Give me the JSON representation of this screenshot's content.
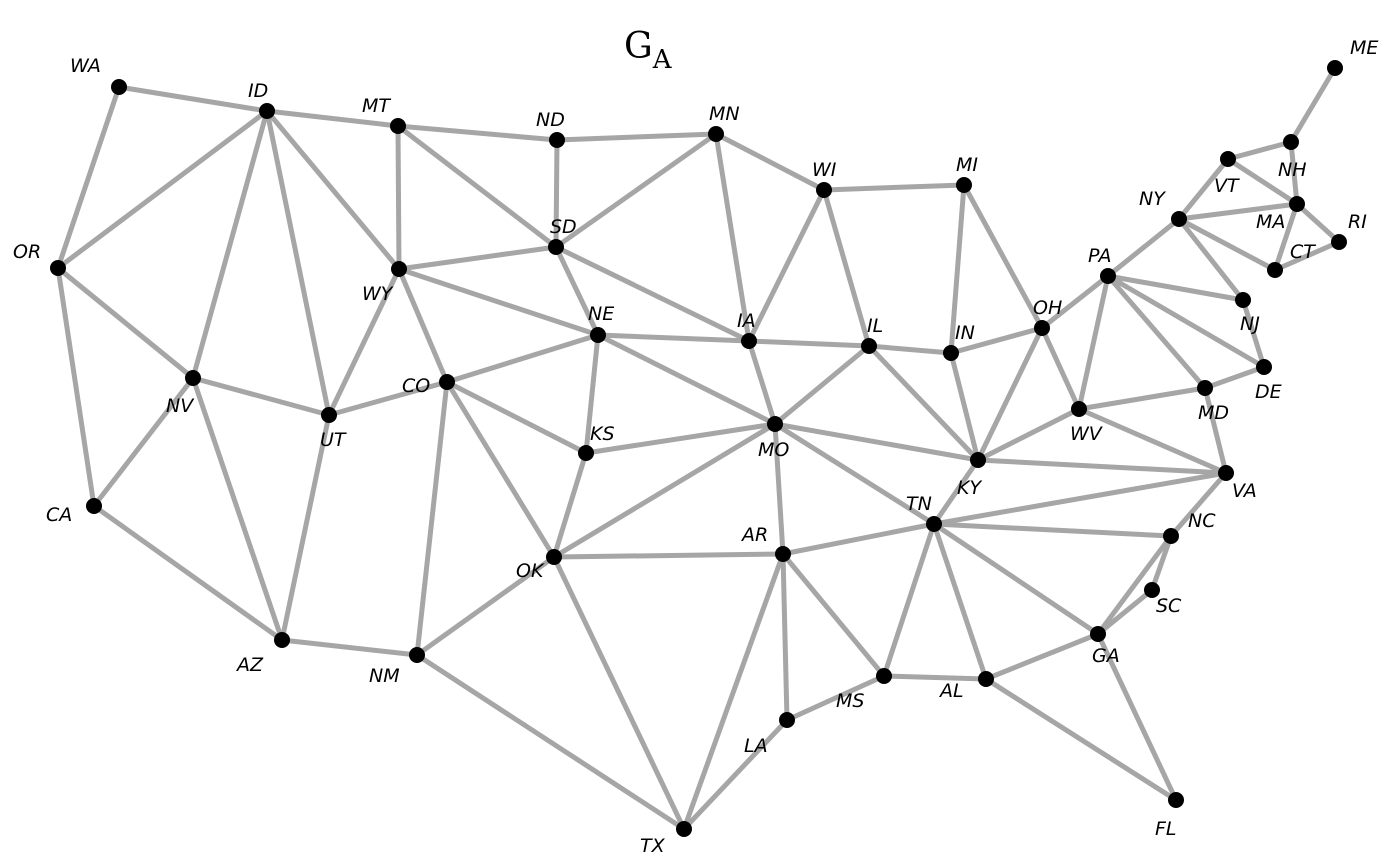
{
  "title": {
    "main": "G",
    "subscript": "A"
  },
  "colors": {
    "edge": "#a6a6a6",
    "node": "#000000",
    "label": "#000000"
  },
  "nodes": [
    {
      "id": "WA",
      "label": "WA"
    },
    {
      "id": "ID",
      "label": "ID"
    },
    {
      "id": "MT",
      "label": "MT"
    },
    {
      "id": "ND",
      "label": "ND"
    },
    {
      "id": "MN",
      "label": "MN"
    },
    {
      "id": "WI",
      "label": "WI"
    },
    {
      "id": "MI",
      "label": "MI"
    },
    {
      "id": "ME",
      "label": "ME"
    },
    {
      "id": "NH",
      "label": "NH"
    },
    {
      "id": "VT",
      "label": "VT"
    },
    {
      "id": "NY",
      "label": "NY"
    },
    {
      "id": "MA",
      "label": "MA"
    },
    {
      "id": "RI",
      "label": "RI"
    },
    {
      "id": "CT",
      "label": "CT"
    },
    {
      "id": "OR",
      "label": "OR"
    },
    {
      "id": "WY",
      "label": "WY"
    },
    {
      "id": "SD",
      "label": "SD"
    },
    {
      "id": "PA",
      "label": "PA"
    },
    {
      "id": "NJ",
      "label": "NJ"
    },
    {
      "id": "OH",
      "label": "OH"
    },
    {
      "id": "NE",
      "label": "NE"
    },
    {
      "id": "IA",
      "label": "IA"
    },
    {
      "id": "IL",
      "label": "IL"
    },
    {
      "id": "IN",
      "label": "IN"
    },
    {
      "id": "NV",
      "label": "NV"
    },
    {
      "id": "CO",
      "label": "CO"
    },
    {
      "id": "UT",
      "label": "UT"
    },
    {
      "id": "DE",
      "label": "DE"
    },
    {
      "id": "MD",
      "label": "MD"
    },
    {
      "id": "WV",
      "label": "WV"
    },
    {
      "id": "KS",
      "label": "KS"
    },
    {
      "id": "MO",
      "label": "MO"
    },
    {
      "id": "KY",
      "label": "KY"
    },
    {
      "id": "VA",
      "label": "VA"
    },
    {
      "id": "CA",
      "label": "CA"
    },
    {
      "id": "TN",
      "label": "TN"
    },
    {
      "id": "NC",
      "label": "NC"
    },
    {
      "id": "AR",
      "label": "AR"
    },
    {
      "id": "OK",
      "label": "OK"
    },
    {
      "id": "SC",
      "label": "SC"
    },
    {
      "id": "AZ",
      "label": "AZ"
    },
    {
      "id": "NM",
      "label": "NM"
    },
    {
      "id": "GA",
      "label": "GA"
    },
    {
      "id": "MS",
      "label": "MS"
    },
    {
      "id": "AL",
      "label": "AL"
    },
    {
      "id": "LA",
      "label": "LA"
    },
    {
      "id": "FL",
      "label": "FL"
    },
    {
      "id": "TX",
      "label": "TX"
    }
  ],
  "edges": [
    [
      "WA",
      "ID"
    ],
    [
      "WA",
      "OR"
    ],
    [
      "OR",
      "ID"
    ],
    [
      "OR",
      "NV"
    ],
    [
      "OR",
      "CA"
    ],
    [
      "CA",
      "NV"
    ],
    [
      "CA",
      "AZ"
    ],
    [
      "ID",
      "MT"
    ],
    [
      "ID",
      "WY"
    ],
    [
      "ID",
      "UT"
    ],
    [
      "ID",
      "NV"
    ],
    [
      "NV",
      "UT"
    ],
    [
      "NV",
      "AZ"
    ],
    [
      "MT",
      "ND"
    ],
    [
      "MT",
      "SD"
    ],
    [
      "MT",
      "WY"
    ],
    [
      "WY",
      "SD"
    ],
    [
      "WY",
      "NE"
    ],
    [
      "WY",
      "CO"
    ],
    [
      "WY",
      "UT"
    ],
    [
      "UT",
      "CO"
    ],
    [
      "UT",
      "AZ"
    ],
    [
      "AZ",
      "NM"
    ],
    [
      "ND",
      "MN"
    ],
    [
      "ND",
      "SD"
    ],
    [
      "SD",
      "MN"
    ],
    [
      "SD",
      "IA"
    ],
    [
      "SD",
      "NE"
    ],
    [
      "CO",
      "NE"
    ],
    [
      "CO",
      "KS"
    ],
    [
      "CO",
      "OK"
    ],
    [
      "CO",
      "NM"
    ],
    [
      "NM",
      "OK"
    ],
    [
      "NM",
      "TX"
    ],
    [
      "NE",
      "IA"
    ],
    [
      "NE",
      "MO"
    ],
    [
      "NE",
      "KS"
    ],
    [
      "KS",
      "MO"
    ],
    [
      "KS",
      "OK"
    ],
    [
      "OK",
      "MO"
    ],
    [
      "OK",
      "AR"
    ],
    [
      "OK",
      "TX"
    ],
    [
      "TX",
      "AR"
    ],
    [
      "TX",
      "LA"
    ],
    [
      "MN",
      "WI"
    ],
    [
      "MN",
      "IA"
    ],
    [
      "IA",
      "WI"
    ],
    [
      "IA",
      "IL"
    ],
    [
      "IA",
      "MO"
    ],
    [
      "MO",
      "IL"
    ],
    [
      "MO",
      "KY"
    ],
    [
      "MO",
      "TN"
    ],
    [
      "MO",
      "AR"
    ],
    [
      "AR",
      "TN"
    ],
    [
      "AR",
      "MS"
    ],
    [
      "AR",
      "LA"
    ],
    [
      "LA",
      "MS"
    ],
    [
      "WI",
      "MI"
    ],
    [
      "WI",
      "IL"
    ],
    [
      "IL",
      "IN"
    ],
    [
      "IL",
      "KY"
    ],
    [
      "MI",
      "IN"
    ],
    [
      "MI",
      "OH"
    ],
    [
      "IN",
      "OH"
    ],
    [
      "IN",
      "KY"
    ],
    [
      "OH",
      "PA"
    ],
    [
      "OH",
      "WV"
    ],
    [
      "OH",
      "KY"
    ],
    [
      "KY",
      "WV"
    ],
    [
      "KY",
      "VA"
    ],
    [
      "KY",
      "TN"
    ],
    [
      "TN",
      "VA"
    ],
    [
      "TN",
      "NC"
    ],
    [
      "TN",
      "GA"
    ],
    [
      "TN",
      "AL"
    ],
    [
      "TN",
      "MS"
    ],
    [
      "MS",
      "AL"
    ],
    [
      "AL",
      "GA"
    ],
    [
      "AL",
      "FL"
    ],
    [
      "GA",
      "FL"
    ],
    [
      "GA",
      "SC"
    ],
    [
      "GA",
      "NC"
    ],
    [
      "SC",
      "NC"
    ],
    [
      "NC",
      "VA"
    ],
    [
      "VA",
      "WV"
    ],
    [
      "VA",
      "MD"
    ],
    [
      "WV",
      "MD"
    ],
    [
      "WV",
      "PA"
    ],
    [
      "MD",
      "DE"
    ],
    [
      "MD",
      "PA"
    ],
    [
      "DE",
      "PA"
    ],
    [
      "DE",
      "NJ"
    ],
    [
      "PA",
      "NJ"
    ],
    [
      "PA",
      "NY"
    ],
    [
      "NY",
      "NJ"
    ],
    [
      "NY",
      "CT"
    ],
    [
      "NY",
      "MA"
    ],
    [
      "NY",
      "VT"
    ],
    [
      "VT",
      "NH"
    ],
    [
      "VT",
      "MA"
    ],
    [
      "NH",
      "MA"
    ],
    [
      "NH",
      "ME"
    ],
    [
      "MA",
      "CT"
    ],
    [
      "MA",
      "RI"
    ],
    [
      "CT",
      "RI"
    ]
  ]
}
